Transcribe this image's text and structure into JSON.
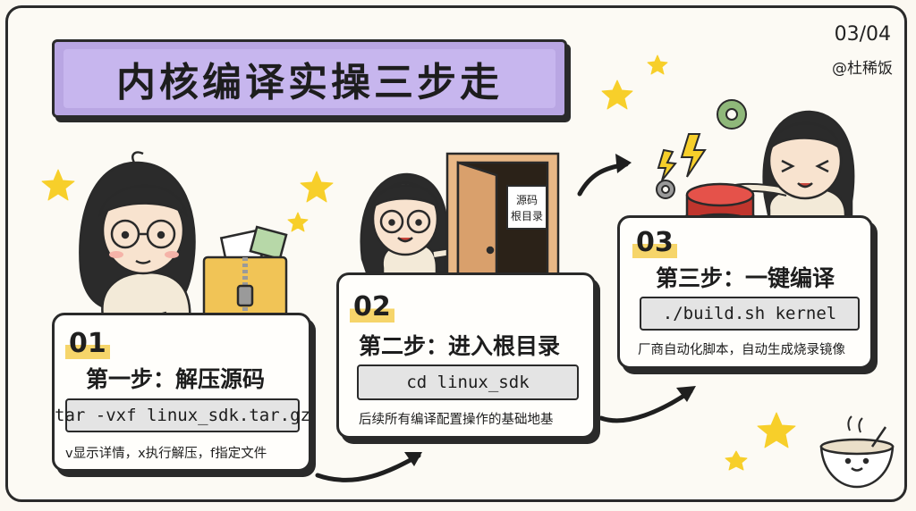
{
  "title": "内核编译实操三步走",
  "page_number": "03/04",
  "author": "@杜稀饭",
  "door_sign": [
    "源码",
    "根目录"
  ],
  "steps": [
    {
      "number": "01",
      "title": "第一步：解压源码",
      "command": "tar -vxf linux_sdk.tar.gz",
      "note": "v显示详情，x执行解压，f指定文件"
    },
    {
      "number": "02",
      "title": "第二步：进入根目录",
      "command": "cd linux_sdk",
      "note": "后续所有编译配置操作的基础地基"
    },
    {
      "number": "03",
      "title": "第三步：一键编译",
      "command": "./build.sh kernel",
      "note": "厂商自动化脚本，自动生成烧录镜像"
    }
  ],
  "colors": {
    "banner": "#b9a6e3",
    "highlight": "#f6d56a",
    "button_red": "#d9433b",
    "star": "#f7cf2a"
  }
}
